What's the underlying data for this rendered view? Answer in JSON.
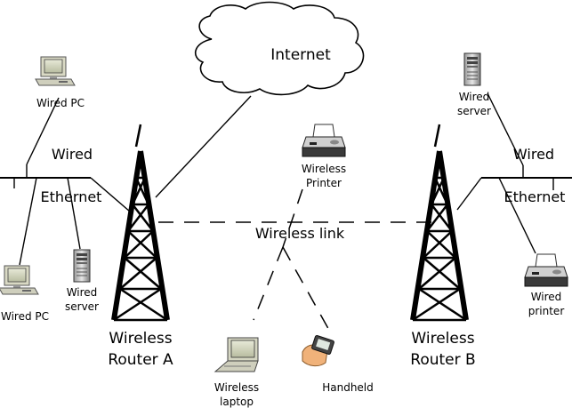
{
  "internet": {
    "label": "Internet"
  },
  "left_network": {
    "wired_label": "Wired",
    "ethernet_label": "Ethernet",
    "top_pc": "Wired PC",
    "bottom_pc": "Wired PC",
    "server": [
      "Wired",
      "server"
    ]
  },
  "right_network": {
    "wired_label": "Wired",
    "ethernet_label": "Ethernet",
    "server": [
      "Wired",
      "server"
    ],
    "printer": [
      "Wired",
      "printer"
    ]
  },
  "router_a": [
    "Wireless",
    "Router A"
  ],
  "router_b": [
    "Wireless",
    "Router B"
  ],
  "wireless_link": "Wireless link",
  "wireless_printer": [
    "Wireless",
    "Printer"
  ],
  "wireless_laptop": [
    "Wireless",
    "laptop"
  ],
  "handheld": "Handheld"
}
